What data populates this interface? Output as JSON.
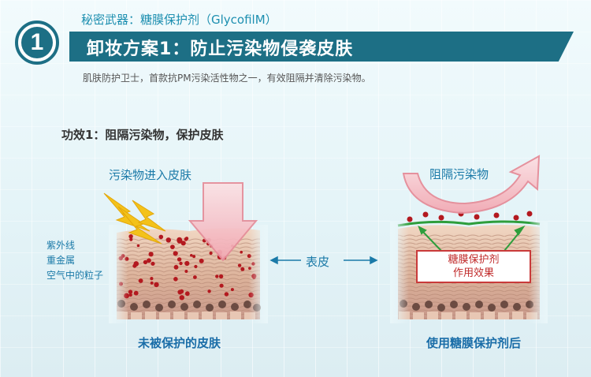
{
  "header": {
    "secret_label": "秘密武器：糖膜保护剂（GlycofilM）",
    "step_number": "1",
    "title": "卸妆方案1：防止污染物侵袭皮肤",
    "description": "肌肤防护卫士，首款抗PM污染活性物之一，有效阻隔并清除污染物。"
  },
  "function": {
    "label": "功效1：阻隔污染物，保护皮肤"
  },
  "left_panel": {
    "arrow_label": "污染物进入皮肤",
    "pollutants": [
      "紫外线",
      "重金属",
      "空气中的粒子"
    ],
    "caption": "未被保护的皮肤"
  },
  "middle": {
    "label": "表皮"
  },
  "right_panel": {
    "arrow_label": "阻隔污染物",
    "effect_line1": "糖膜保护剂",
    "effect_line2": "作用效果",
    "caption": "使用糖膜保护剂后"
  },
  "colors": {
    "banner": "#1d6f85",
    "accent_blue": "#1b7aa8",
    "pollutant_red": "#b3191f",
    "film_green": "#2e9e3c"
  }
}
